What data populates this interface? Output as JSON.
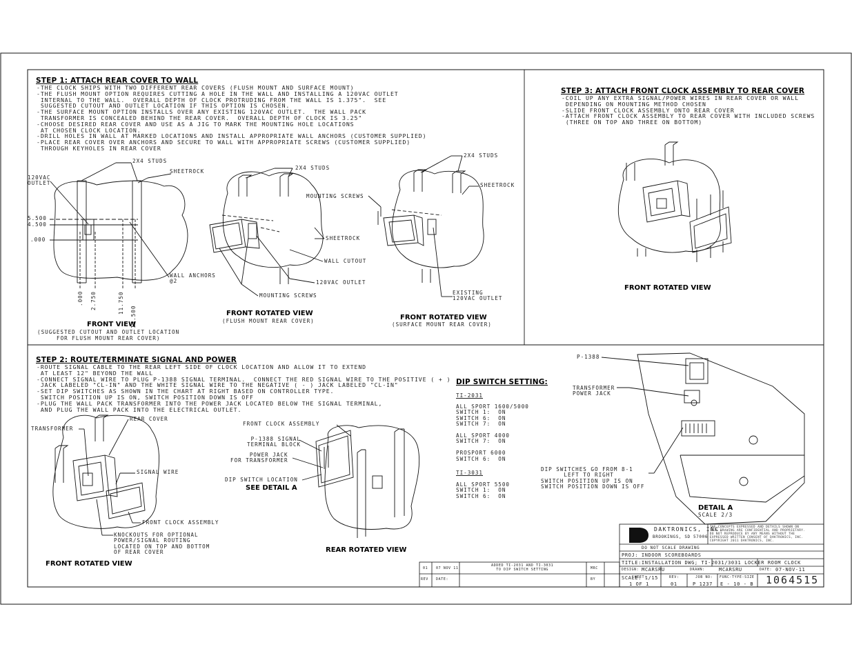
{
  "step1": {
    "title": "STEP 1:  ATTACH REAR COVER TO WALL",
    "body": "-THE CLOCK SHIPS WITH TWO DIFFERENT REAR COVERS (FLUSH MOUNT AND SURFACE MOUNT)\n-THE FLUSH MOUNT OPTION REQUIRES CUTTING A HOLE IN THE WALL AND INSTALLING A 120VAC OUTLET\n INTERNAL TO THE WALL.  OVERALL DEPTH OF CLOCK PROTRUDING FROM THE WALL IS 1.375\".  SEE\n SUGGESTED CUTOUT AND OUTLET LOCATION IF THIS OPTION IS CHOSEN.\n-THE SURFACE MOUNT OPTION INSTALLS OVER ANY EXISTING 120VAC OUTLET.  THE WALL PACK\n TRANSFORMER IS CONCEALED BEHIND THE REAR COVER.  OVERALL DEPTH OF CLOCK IS 3.25\"\n-CHOOSE DESIRED REAR COVER AND USE AS A JIG TO MARK THE MOUNTING HOLE LOCATIONS\n AT CHOSEN CLOCK LOCATION.\n-DRILL HOLES IN WALL AT MARKED LOCATIONS AND INSTALL APPROPRIATE WALL ANCHORS (CUSTOMER SUPPLIED)\n-PLACE REAR COVER OVER ANCHORS AND SECURE TO WALL WITH APPROPRIATE SCREWS (CUSTOMER SUPPLIED)\n THROUGH KEYHOLES IN REAR COVER",
    "front_view": {
      "label_studs": "2X4 STUDS",
      "label_sheetrock": "SHEETROCK",
      "label_outlet": "120VAC\nOUTLET",
      "dim_y1": "5.500",
      "dim_y2": "4.500",
      "dim_y3": ".000",
      "label_anchors": "WALL ANCHORS\n@2",
      "dim_x1": ".000",
      "dim_x2": "2.750",
      "dim_x3": "11.750",
      "dim_x4": "14.500",
      "caption": "FRONT VIEW",
      "sub1": "(SUGGESTED CUTOUT AND OUTLET LOCATION",
      "sub2": "FOR FLUSH MOUNT REAR COVER)"
    },
    "flush_view": {
      "label_studs": "2X4 STUDS",
      "label_screws_top": "MOUNTING SCREWS",
      "label_sheetrock": "SHEETROCK",
      "label_cutout": "WALL CUTOUT",
      "label_outlet": "120VAC OUTLET",
      "label_screws_bottom": "MOUNTING SCREWS",
      "caption": "FRONT ROTATED VIEW",
      "sub": "(FLUSH MOUNT REAR COVER)"
    },
    "surface_view": {
      "label_studs": "2X4 STUDS",
      "label_sheetrock": "SHEETROCK",
      "label_existing": "EXISTING\n120VAC OUTLET",
      "caption": "FRONT ROTATED VIEW",
      "sub": "(SURFACE MOUNT REAR COVER)"
    }
  },
  "step3": {
    "title": "STEP 3: ATTACH FRONT CLOCK ASSEMBLY TO REAR COVER",
    "body": "-COIL UP ANY EXTRA SIGNAL/POWER WIRES IN REAR COVER OR WALL\n DEPENDING ON MOUNTING METHOD CHOSEN\n-SLIDE FRONT CLOCK ASSEMBLY ONTO REAR COVER\n-ATTACH FRONT CLOCK ASSEMBLY TO REAR COVER WITH INCLUDED SCREWS\n (THREE ON TOP AND THREE ON BOTTOM)",
    "caption": "FRONT ROTATED VIEW"
  },
  "step2": {
    "title": "STEP 2: ROUTE/TERMINATE SIGNAL AND POWER",
    "body": "-ROUTE SIGNAL CABLE TO THE REAR LEFT SIDE OF CLOCK LOCATION AND ALLOW IT TO EXTEND\n AT LEAST 12\" BEYOND THE WALL\n-CONNECT SIGNAL WIRE TO PLUG P-1388 SIGNAL TERMINAL.  CONNECT THE RED SIGNAL WIRE TO THE POSITIVE ( + )\n JACK LABELED \"CL-IN\" AND THE WHITE SIGNAL WIRE TO THE NEGATIVE ( - ) JACK LABELED \"CL-IN\"\n-SET DIP SWITCHES AS SHOWN IN THE CHART AT RIGHT BASED ON CONTROLLER TYPE.\n SWITCH POSITION UP IS ON, SWITCH POSITION DOWN IS OFF\n-PLUG THE WALL PACK TRANSFORMER INTO THE POWER JACK LOCATED BELOW THE SIGNAL TERMINAL,\n AND PLUG THE WALL PACK INTO THE ELECTRICAL OUTLET.",
    "left_view": {
      "label_rear_cover": "REAR COVER",
      "label_transformer": "TRANSFORMER",
      "label_signal": "SIGNAL WIRE",
      "label_front": "FRONT CLOCK ASSEMBLY",
      "label_knockouts": "KNOCKOUTS FOR OPTIONAL\nPOWER/SIGNAL ROUTING\nLOCATED ON TOP AND BOTTOM\nOF REAR COVER",
      "caption": "FRONT ROTATED VIEW"
    },
    "mid_view": {
      "label_front": "FRONT CLOCK ASSEMBLY",
      "label_p1388": "P-1388 SIGNAL\nTERMINAL BLOCK",
      "label_power": "POWER JACK\nFOR TRANSFORMER",
      "label_dip": "DIP SWITCH LOCATION",
      "see_detail": "SEE DETAIL A",
      "caption": "REAR ROTATED VIEW"
    },
    "dip": {
      "title": "DIP SWITCH SETTING:",
      "group1_title": "TI-2031",
      "group1_body": "ALL SPORT 1600/5000\nSWITCH 1:  ON\nSWITCH 6:  ON\nSWITCH 7:  ON\n\nALL SPORT 4000\nSWITCH 7:  ON\n\nPROSPORT 6000\nSWITCH 6:  ON",
      "group2_title": "TI-3031",
      "group2_body": "ALL SPORT 5500\nSWITCH 1:  ON\nSWITCH 6:  ON"
    },
    "detail": {
      "label_p1388": "P-1388",
      "label_transformer": "TRANSFORMER\nPOWER JACK",
      "label_dip": "DIP SWITCHES GO FROM 8-1\n      LEFT TO RIGHT\nSWITCH POSITION UP IS ON\nSWITCH POSITION DOWN IS OFF",
      "caption": "DETAIL  A",
      "scale": "SCALE  2/3"
    }
  },
  "title_block": {
    "company": "DAKTRONICS, INC.",
    "city": "BROOKINGS, SD  57006",
    "no_scale": "DO NOT SCALE DRAWING",
    "notice": "THE CONCEPTS EXPRESSED AND DETAILS SHOWN ON\nTHIS DRAWING ARE CONFIDENTIAL AND PROPRIETARY.\nDO NOT REPRODUCE BY ANY MEANS WITHOUT THE\nEXPRESSED WRITTEN CONSENT OF DAKTRONICS, INC.\nCOPYRIGHT 2011 DAKTRONICS, INC.",
    "proj": "PROJ: INDOOR SCOREBOARDS",
    "title": "TITLE:INSTALLATION DWG; TI-2031/3031 LOCKER ROOM CLOCK",
    "design_label": "DESIGN:",
    "design": "MCARSRU",
    "drawn_label": "DRAWN:",
    "drawn": "MCARSRU",
    "date_label": "DATE:",
    "date": "07-NOV-11",
    "scale": "SCALE: 1/15",
    "sheet_label": "SHEET:",
    "sheet": "1 OF 1",
    "rev_label": "REV:",
    "rev": "01",
    "job_label": "JOB NO:",
    "job": "P 1237",
    "func_label": "FUNC-TYPE-SIZE",
    "func": "E - 10 - B",
    "dwg_no": "1064515"
  },
  "revision": {
    "rev": "01",
    "date": "07 NOV 11",
    "desc": "ADDED TI-2031 AND TI-3031\nTO DIP SWITCH SETTING",
    "by": "MRC",
    "h_rev": "REV",
    "h_date": "DATE:",
    "h_by": "BY"
  }
}
